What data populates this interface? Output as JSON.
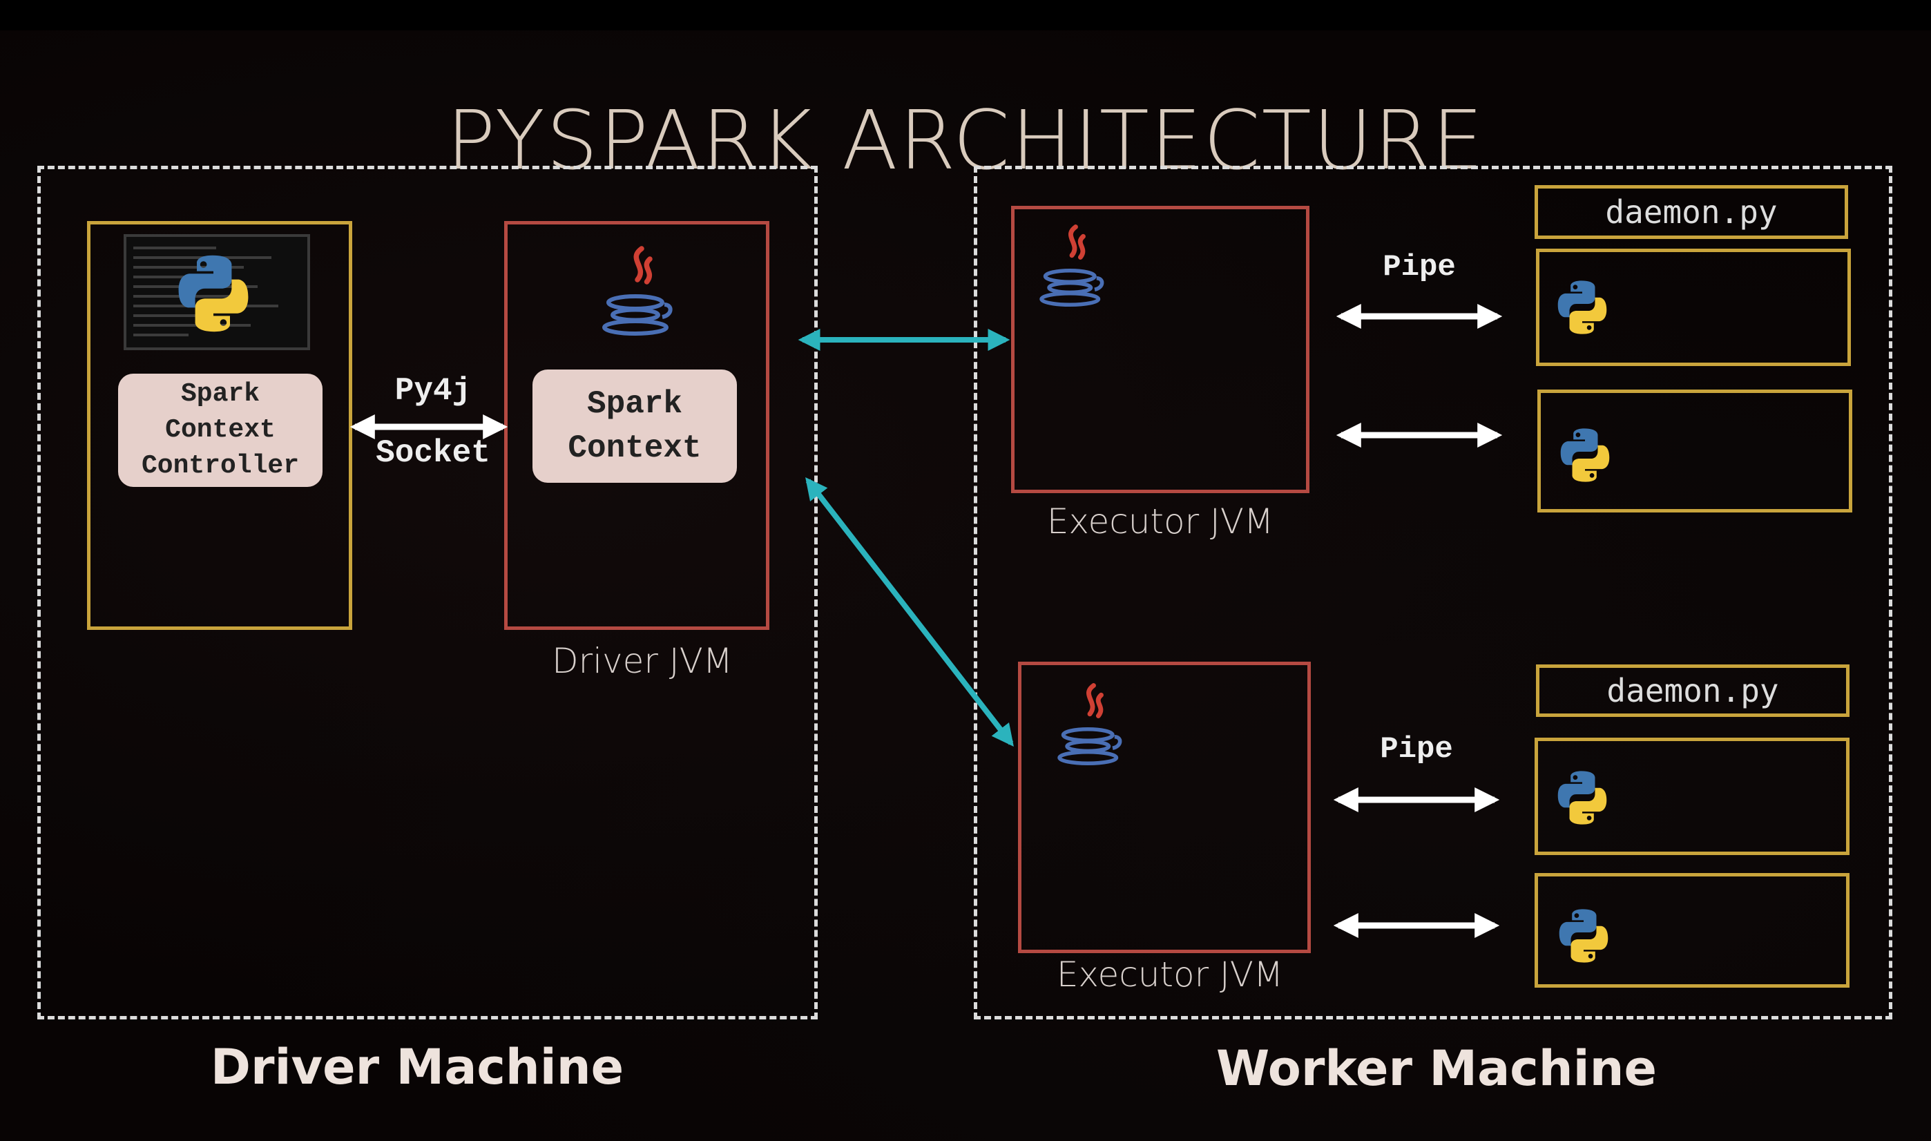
{
  "title": "PYSPARK ARCHITECTURE",
  "driver": {
    "machine_label": "Driver Machine",
    "controller_label": "Spark Context Controller",
    "connection_label_top": "Py4j",
    "connection_label_bottom": "Socket",
    "jvm_label": "Driver JVM",
    "context_label": "Spark Context"
  },
  "worker": {
    "machine_label": "Worker Machine",
    "executors": [
      {
        "jvm_label": "Executor JVM",
        "daemon_label": "daemon.py",
        "pipe_label": "Pipe"
      },
      {
        "jvm_label": "Executor JVM",
        "daemon_label": "daemon.py",
        "pipe_label": "Pipe"
      }
    ]
  },
  "colors": {
    "python_box": "#c9a43c",
    "jvm_box": "#b54a42",
    "driver_link": "#2bb3bd",
    "pipe": "#ffffff"
  },
  "icons": [
    "python-icon",
    "java-icon",
    "terminal-icon"
  ]
}
